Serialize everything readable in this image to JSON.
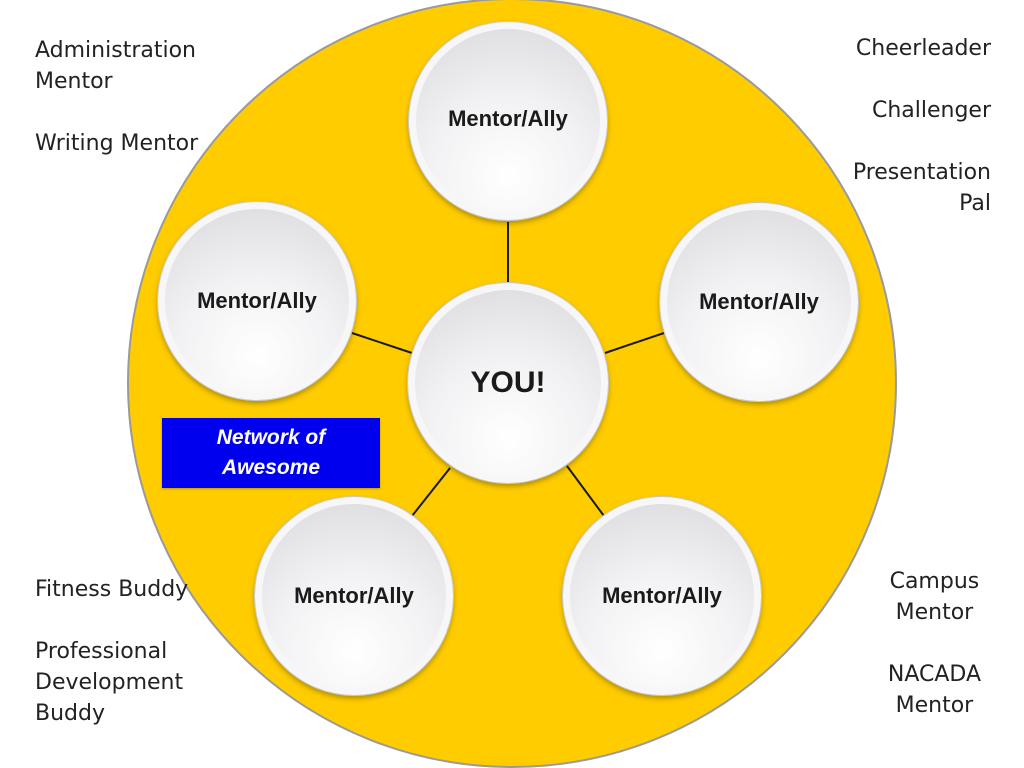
{
  "colors": {
    "ring_fill": "#ffcc00",
    "ring_stroke": "#9a9a9a",
    "connector": "#1a1a1a",
    "badge_fill": "#0000ee",
    "badge_text": "#ffffff"
  },
  "diagram": {
    "center": {
      "label": "YOU!"
    },
    "nodes": [
      {
        "label": "Mentor/Ally"
      },
      {
        "label": "Mentor/Ally"
      },
      {
        "label": "Mentor/Ally"
      },
      {
        "label": "Mentor/Ally"
      },
      {
        "label": "Mentor/Ally"
      }
    ],
    "badge": {
      "line1": "Network of",
      "line2": "Awesome"
    }
  },
  "corner_labels": {
    "top_left": [
      "Administration",
      "Mentor",
      "",
      "Writing Mentor"
    ],
    "top_right": [
      "Cheerleader",
      "",
      "Challenger",
      "",
      "Presentation",
      "Pal"
    ],
    "bottom_left": [
      "Fitness Buddy",
      "",
      "Professional",
      "Development",
      "Buddy"
    ],
    "bottom_right": [
      "Campus",
      "Mentor",
      "",
      "NACADA",
      "Mentor"
    ]
  }
}
